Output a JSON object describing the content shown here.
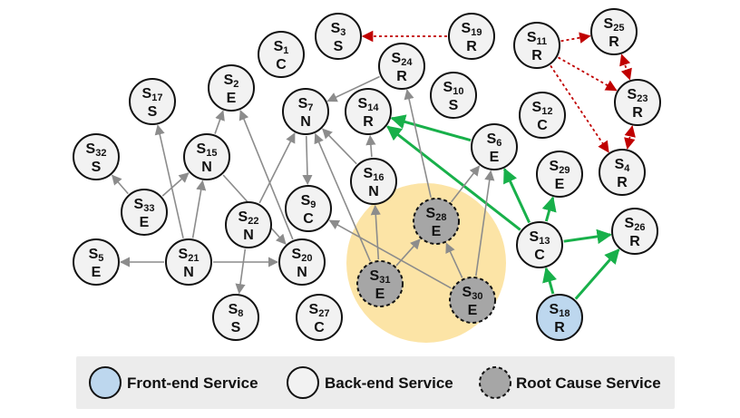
{
  "colors": {
    "frontend_fill": "#bdd7ee",
    "backend_fill": "#f2f2f2",
    "rootcause_fill": "#a6a6a6",
    "node_stroke": "#111111",
    "normal_edge": "#8c8c8c",
    "green_edge": "#18b04a",
    "red_edge": "#c00000",
    "highlight": "#fce4a6",
    "legend_bg": "#ececec"
  },
  "nodes": [
    {
      "id": "S1",
      "sub": "1",
      "type": "C",
      "kind": "backend"
    },
    {
      "id": "S2",
      "sub": "2",
      "type": "E",
      "kind": "backend"
    },
    {
      "id": "S3",
      "sub": "3",
      "type": "S",
      "kind": "backend"
    },
    {
      "id": "S4",
      "sub": "4",
      "type": "R",
      "kind": "backend"
    },
    {
      "id": "S5",
      "sub": "5",
      "type": "E",
      "kind": "backend"
    },
    {
      "id": "S6",
      "sub": "6",
      "type": "E",
      "kind": "backend"
    },
    {
      "id": "S7",
      "sub": "7",
      "type": "N",
      "kind": "backend"
    },
    {
      "id": "S8",
      "sub": "8",
      "type": "S",
      "kind": "backend"
    },
    {
      "id": "S9",
      "sub": "9",
      "type": "C",
      "kind": "backend"
    },
    {
      "id": "S10",
      "sub": "10",
      "type": "S",
      "kind": "backend"
    },
    {
      "id": "S11",
      "sub": "11",
      "type": "R",
      "kind": "backend"
    },
    {
      "id": "S12",
      "sub": "12",
      "type": "C",
      "kind": "backend"
    },
    {
      "id": "S13",
      "sub": "13",
      "type": "C",
      "kind": "backend"
    },
    {
      "id": "S14",
      "sub": "14",
      "type": "R",
      "kind": "backend"
    },
    {
      "id": "S15",
      "sub": "15",
      "type": "N",
      "kind": "backend"
    },
    {
      "id": "S16",
      "sub": "16",
      "type": "N",
      "kind": "backend"
    },
    {
      "id": "S17",
      "sub": "17",
      "type": "S",
      "kind": "backend"
    },
    {
      "id": "S18",
      "sub": "18",
      "type": "R",
      "kind": "frontend"
    },
    {
      "id": "S19",
      "sub": "19",
      "type": "R",
      "kind": "backend"
    },
    {
      "id": "S20",
      "sub": "20",
      "type": "N",
      "kind": "backend"
    },
    {
      "id": "S21",
      "sub": "21",
      "type": "N",
      "kind": "backend"
    },
    {
      "id": "S22",
      "sub": "22",
      "type": "N",
      "kind": "backend"
    },
    {
      "id": "S23",
      "sub": "23",
      "type": "R",
      "kind": "backend"
    },
    {
      "id": "S24",
      "sub": "24",
      "type": "R",
      "kind": "backend"
    },
    {
      "id": "S25",
      "sub": "25",
      "type": "R",
      "kind": "backend"
    },
    {
      "id": "S26",
      "sub": "26",
      "type": "R",
      "kind": "backend"
    },
    {
      "id": "S27",
      "sub": "27",
      "type": "C",
      "kind": "backend"
    },
    {
      "id": "S28",
      "sub": "28",
      "type": "E",
      "kind": "rootcause"
    },
    {
      "id": "S29",
      "sub": "29",
      "type": "E",
      "kind": "backend"
    },
    {
      "id": "S30",
      "sub": "30",
      "type": "E",
      "kind": "rootcause"
    },
    {
      "id": "S31",
      "sub": "31",
      "type": "E",
      "kind": "rootcause"
    },
    {
      "id": "S32",
      "sub": "32",
      "type": "S",
      "kind": "backend"
    },
    {
      "id": "S33",
      "sub": "33",
      "type": "E",
      "kind": "backend"
    }
  ],
  "edges": [
    {
      "from": "S19",
      "to": "S3",
      "style": "red"
    },
    {
      "from": "S11",
      "to": "S25",
      "style": "red"
    },
    {
      "from": "S11",
      "to": "S23",
      "style": "red"
    },
    {
      "from": "S11",
      "to": "S4",
      "style": "red"
    },
    {
      "from": "S25",
      "to": "S23",
      "style": "red-both"
    },
    {
      "from": "S23",
      "to": "S4",
      "style": "red-both"
    },
    {
      "from": "S18",
      "to": "S13",
      "style": "green"
    },
    {
      "from": "S18",
      "to": "S26",
      "style": "green"
    },
    {
      "from": "S13",
      "to": "S26",
      "style": "green"
    },
    {
      "from": "S13",
      "to": "S29",
      "style": "green"
    },
    {
      "from": "S13",
      "to": "S6",
      "style": "green"
    },
    {
      "from": "S13",
      "to": "S14",
      "style": "green"
    },
    {
      "from": "S6",
      "to": "S14",
      "style": "green"
    },
    {
      "from": "S24",
      "to": "S7",
      "style": "gray"
    },
    {
      "from": "S28",
      "to": "S24",
      "style": "gray"
    },
    {
      "from": "S28",
      "to": "S6",
      "style": "gray"
    },
    {
      "from": "S30",
      "to": "S6",
      "style": "gray"
    },
    {
      "from": "S30",
      "to": "S28",
      "style": "gray"
    },
    {
      "from": "S30",
      "to": "S9",
      "style": "gray"
    },
    {
      "from": "S31",
      "to": "S28",
      "style": "gray"
    },
    {
      "from": "S31",
      "to": "S16",
      "style": "gray"
    },
    {
      "from": "S31",
      "to": "S7",
      "style": "gray"
    },
    {
      "from": "S16",
      "to": "S14",
      "style": "gray"
    },
    {
      "from": "S16",
      "to": "S7",
      "style": "gray"
    },
    {
      "from": "S7",
      "to": "S9",
      "style": "gray"
    },
    {
      "from": "S22",
      "to": "S7",
      "style": "gray"
    },
    {
      "from": "S22",
      "to": "S8",
      "style": "gray"
    },
    {
      "from": "S20",
      "to": "S2",
      "style": "gray"
    },
    {
      "from": "S15",
      "to": "S2",
      "style": "gray"
    },
    {
      "from": "S15",
      "to": "S20",
      "style": "gray"
    },
    {
      "from": "S21",
      "to": "S15",
      "style": "gray"
    },
    {
      "from": "S21",
      "to": "S17",
      "style": "gray"
    },
    {
      "from": "S21",
      "to": "S5",
      "style": "gray"
    },
    {
      "from": "S21",
      "to": "S20",
      "style": "gray"
    },
    {
      "from": "S33",
      "to": "S32",
      "style": "gray"
    },
    {
      "from": "S33",
      "to": "S15",
      "style": "gray"
    }
  ],
  "legend": {
    "frontend": "Front-end Service",
    "backend": "Back-end Service",
    "rootcause": "Root Cause Service"
  }
}
